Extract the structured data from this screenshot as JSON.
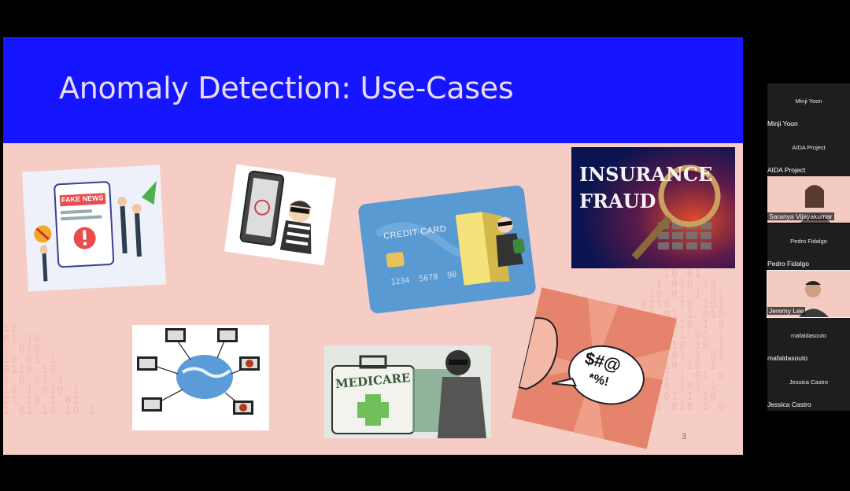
{
  "slide": {
    "title": "Anomaly Detection: Use-Cases",
    "page_number": "3",
    "images": {
      "fake_news": "FAKE NEWS",
      "credit_card": "CREDIT CARD",
      "card_number": "1234  5678  90",
      "insurance_line1": "INSURANCE",
      "insurance_line2": "FRAUD",
      "medicare": "MEDICARE",
      "speech_symbols": "$#@",
      "speech_symbols2": "*%!"
    },
    "colors": {
      "header": "#1515ff",
      "background": "#f6cdc4",
      "title": "#e8dcf2"
    }
  },
  "participants": [
    {
      "inner": "Minji Yoon",
      "name": "Minji Yoon",
      "video": false
    },
    {
      "inner": "AIDA Project",
      "name": "AIDA Project",
      "video": false
    },
    {
      "inner": "",
      "name": "Saranya Vijayakumar",
      "video": true
    },
    {
      "inner": "Pedro Fidalgo",
      "name": "Pedro Fidalgo",
      "video": false
    },
    {
      "inner": "",
      "name": "Jeremy Lee",
      "video": true
    },
    {
      "inner": "mafaldasouto",
      "name": "mafaldasouto",
      "video": false
    },
    {
      "inner": "Jessica Castro",
      "name": "Jessica Castro",
      "video": false
    }
  ]
}
